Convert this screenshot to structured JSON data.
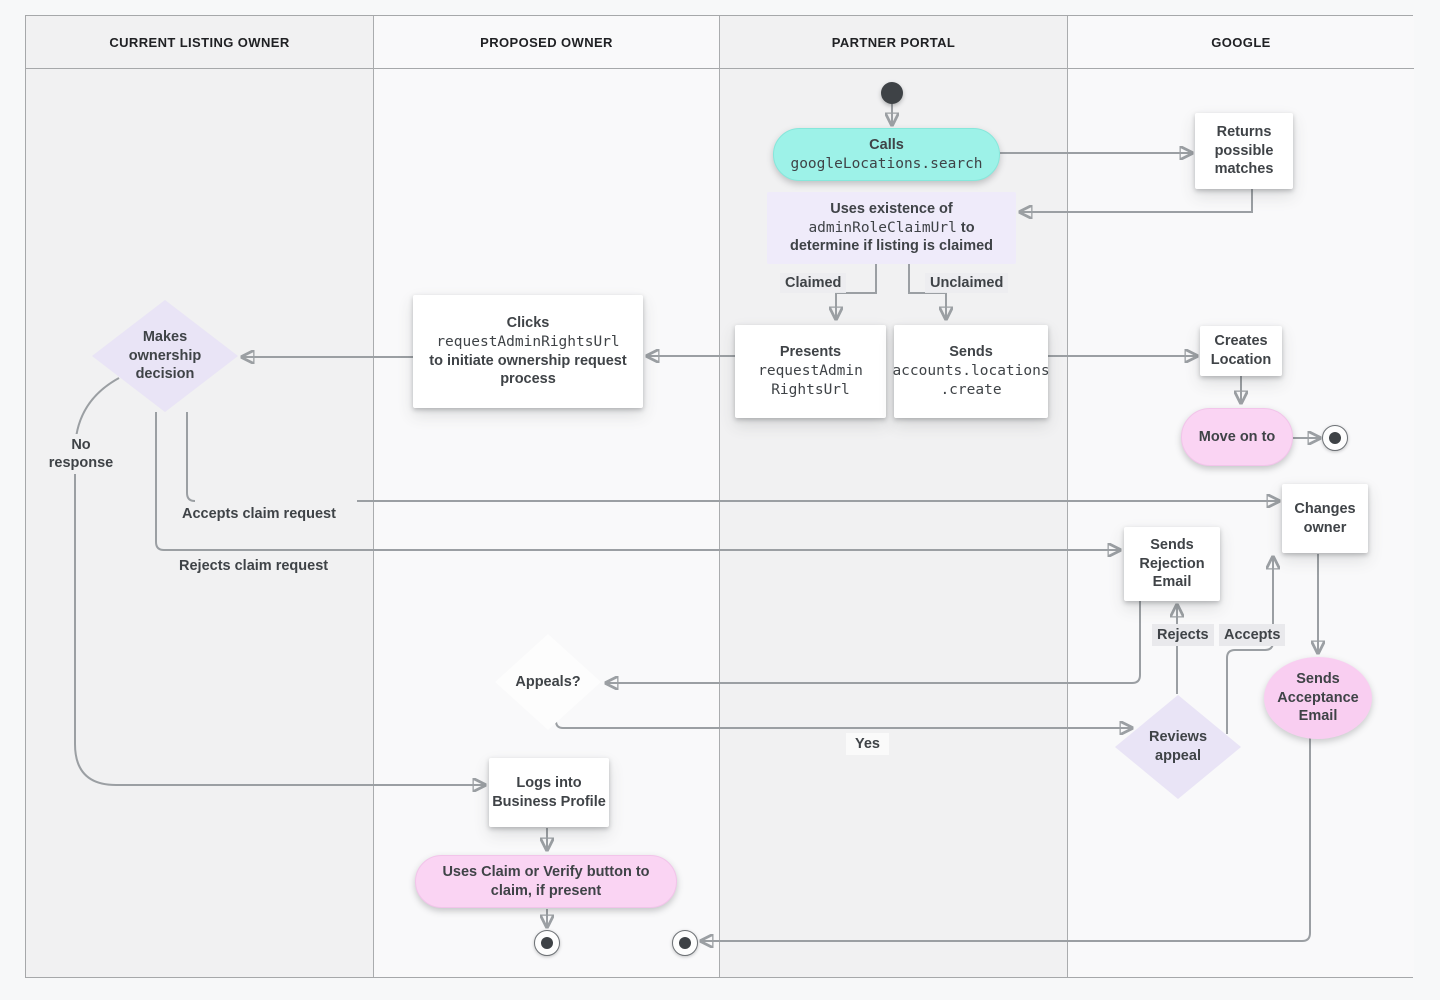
{
  "header": {
    "lanes": [
      "CURRENT LISTING OWNER",
      "PROPOSED OWNER",
      "PARTNER PORTAL",
      "GOOGLE"
    ]
  },
  "nodes": {
    "calls": {
      "title": "Calls",
      "code": "googleLocations.search"
    },
    "returns_matches": {
      "label": "Returns possible matches"
    },
    "uses_existence": {
      "lead": "Uses existence of",
      "code": "adminRoleClaimUrl",
      "rest": "to determine if listing is claimed"
    },
    "presents": {
      "title": "Presents",
      "code_lines": [
        "requestAdmin",
        "RightsUrl"
      ]
    },
    "sends_create": {
      "title": "Sends",
      "code_lines": [
        "accounts.locations",
        ".create"
      ]
    },
    "creates_location": {
      "label": "Creates Location"
    },
    "move_on": {
      "label": "Move on to"
    },
    "clicks": {
      "title": "Clicks",
      "code": "requestAdminRightsUrl",
      "rest": "to initiate ownership request process"
    },
    "makes_decision": {
      "label": "Makes ownership decision"
    },
    "sends_rejection": {
      "label": "Sends Rejection Email"
    },
    "changes_owner": {
      "label": "Changes owner"
    },
    "sends_acceptance": {
      "label": "Sends Acceptance Email"
    },
    "reviews_appeal": {
      "label": "Reviews appeal"
    },
    "appeals": {
      "label": "Appeals?"
    },
    "logs_in": {
      "label": "Logs into Business Profile"
    },
    "uses_claim": {
      "label": "Uses Claim or Verify button to claim, if present"
    }
  },
  "edge_labels": {
    "claimed": "Claimed",
    "unclaimed": "Unclaimed",
    "no_response": "No response",
    "accepts_claim": "Accepts claim request",
    "rejects_claim": "Rejects claim request",
    "rejects": "Rejects",
    "accepts": "Accepts",
    "yes": "Yes"
  },
  "colors": {
    "teal_action": "#9df2e8",
    "lavender_note": "#efebfa",
    "lavender_decision": "#e9e4f6",
    "pink_action": "#fad4f3",
    "pink_terminal": "#f9cef1",
    "edge_stroke": "#9b9fa3",
    "text": "#3f4347"
  }
}
